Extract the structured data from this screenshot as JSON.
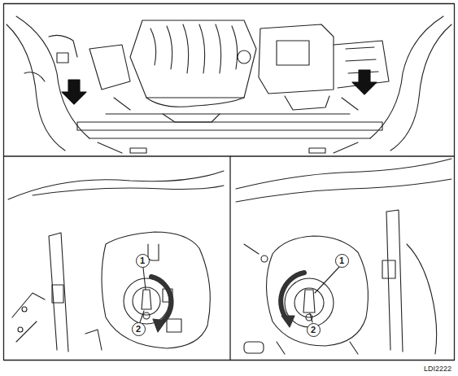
{
  "diagram": {
    "labels": [
      "1",
      "2",
      "1",
      "2",
      "LDI2222"
    ]
  }
}
